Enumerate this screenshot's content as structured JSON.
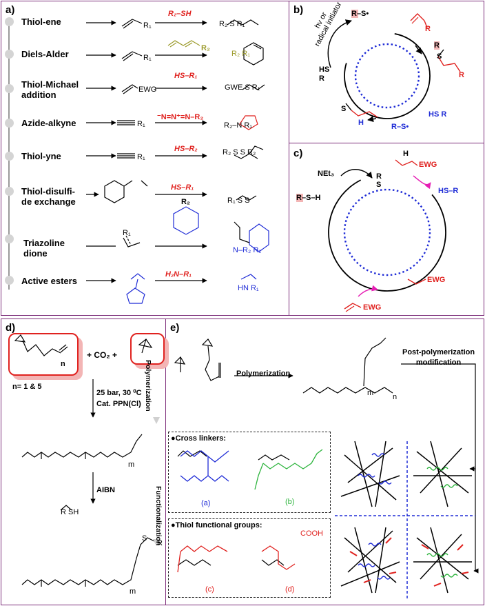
{
  "panels": {
    "a": "a)",
    "b": "b)",
    "c": "c)",
    "d": "d)",
    "e": "e)"
  },
  "panel_a": {
    "reactions": [
      {
        "name": "Thiol-ene",
        "reagent": "R₂–SH"
      },
      {
        "name": "Diels-Alder",
        "reagent": "R₂"
      },
      {
        "name": "Thiol-Michael\naddition",
        "reagent": "HS–R₁"
      },
      {
        "name": "Azide-alkyne",
        "reagent": "⁻N=N⁺=N–R₂"
      },
      {
        "name": "Thiol-yne",
        "reagent": "HS–R₂"
      },
      {
        "name": "Thiol-disulfi-\nde exchange",
        "reagent": "HS–R₁"
      },
      {
        "name": "Triazoline\ndione",
        "reagent": ""
      },
      {
        "name": "Active esters",
        "reagent": "H₂N–R₁"
      }
    ],
    "substrate_labels": [
      "R₁",
      "R₁",
      "EWG",
      "R₁",
      "R₁",
      "",
      "R₁",
      ""
    ],
    "product_labels": [
      "R₂  S  R₁",
      "R₂  R₁",
      "GWE  S  R₁",
      "R₂–N  R₁",
      "R₂  S  S  R₂",
      "R₁  S  S",
      "N–R₂  R₁",
      "HN  R₁"
    ],
    "michael_product": "GWE",
    "tad_r2": "R₂"
  },
  "panel_b": {
    "initiator": "hv or\nradical initiator",
    "radical": "R–S•",
    "thiol": "HS\nR",
    "thiol2": "HS  R",
    "product": "R–S•",
    "r_labels": [
      "R",
      "R",
      "S",
      "R",
      "S",
      "H"
    ]
  },
  "panel_c": {
    "base": "NEt₃",
    "thiol": "R–S–H",
    "thiolate": "R\nS",
    "ewg1": "EWG",
    "ewg2": "EWG",
    "ewg3": "EWG",
    "hs_r": "HS–R",
    "h": "H"
  },
  "panel_d": {
    "n_label": "n",
    "n_values": "n= 1 & 5",
    "co2": "+  CO₂  +",
    "conditions": [
      "25 bar, 30 ⁰C",
      "Cat. PPN(Cl)"
    ],
    "polymerization": "Polymerization",
    "functionalization": "Functionalization",
    "reagent_sh": "R  SH",
    "aibn": "AIBN",
    "m1": "m",
    "m2": "m",
    "r": "R",
    "s": "S"
  },
  "panel_e": {
    "polymerization": "Polymerization",
    "post": "Post-polymerization\nmodification",
    "cross_linkers": "●Cross linkers:",
    "thiol_groups": "●Thiol functional groups:",
    "labels": [
      "(a)",
      "(b)",
      "(c)",
      "(d)"
    ],
    "cooh": "COOH",
    "m": "m",
    "n": "n"
  },
  "colors": {
    "frame": "#7b2a78",
    "red": "#e0221f",
    "blue": "#1e2bd6",
    "olive": "#9b9a2a",
    "green": "#2db43d",
    "pink": "#f3b5b5",
    "magenta": "#e61eb4"
  }
}
